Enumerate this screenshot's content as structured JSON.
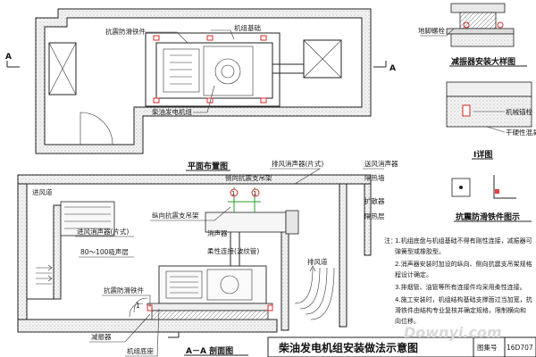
{
  "plan": {
    "title": "平面布置图",
    "labels": {
      "seismic_slide": "抗震防滑铁件",
      "unit_base": "机组基础",
      "genset": "柴油发电机组",
      "section_mark": "A"
    }
  },
  "detail_top": {
    "anchor_bolt": "地脚螺栓",
    "title": "减振器安装大样图",
    "mech_bolt": "机械锚栓",
    "grout": "干硬性混凝",
    "detail_i": "I详图",
    "seismic_title": "抗震防滑铁件图示"
  },
  "section": {
    "title": "A－A 剖面图",
    "labels": {
      "exhaust_silencer": "排风消声器(片式)",
      "intake_silencer": "送风消声器",
      "side_hanger": "侧向抗震支吊架",
      "insulation_wall": "隔热墙",
      "intake_duct": "进风道",
      "longitudinal_hanger": "纵向抗震支吊架",
      "muffler": "消声器",
      "expansion": "扩散器",
      "insulation_layer": "隔热层",
      "intake_silencer2": "进风消声器(片式)",
      "flex_conn": "柔性连接(波纹管)",
      "sound_layer": "80～100吸声层",
      "exhaust_duct": "排风道",
      "seismic_slide": "抗震防滑铁件",
      "damper": "减振器",
      "base": "机组底座",
      "marker_1": "1",
      "circle_1": "①"
    }
  },
  "notes": {
    "heading": "注：",
    "items": [
      "1.机组底盘与机组基础不得有刚性连接，减振器可",
      "   弹簧型或橡胶型。",
      "2.消声器安装时加设的纵向、侧向抗震支吊架规格",
      "   程设计确定。",
      "3.排烟管、油管等所有连接件均采用柔性连接。",
      "4.施工安装时，机组结构基础支撑面过当加宽，抗",
      "   滑铁件由结构专业复核并确定规格，限制横向和",
      "   向位移。"
    ]
  },
  "main_title": "柴油发电机组安装做法示意图",
  "title_block": {
    "drawing_no_label": "图集号",
    "drawing_no": "16D707"
  },
  "watermark": "Downyi.com"
}
